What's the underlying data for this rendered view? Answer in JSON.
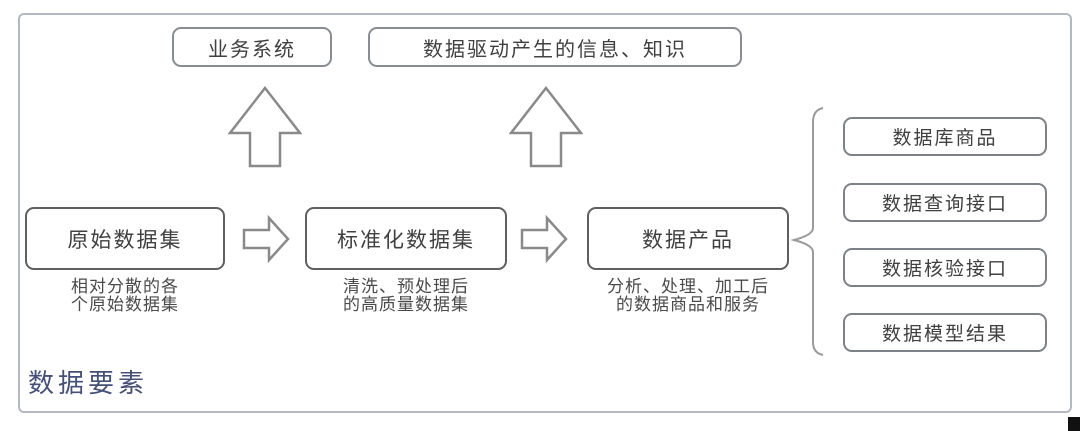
{
  "diagram": {
    "title": "数据要素",
    "top_boxes": [
      {
        "label": "业务系统"
      },
      {
        "label": "数据驱动产生的信息、知识"
      }
    ],
    "flow_boxes": [
      {
        "label": "原始数据集",
        "caption_line1": "相对分散的各",
        "caption_line2": "个原始数据集"
      },
      {
        "label": "标准化数据集",
        "caption_line1": "清洗、预处理后",
        "caption_line2": "的高质量数据集"
      },
      {
        "label": "数据产品",
        "caption_line1": "分析、处理、加工后",
        "caption_line2": "的数据商品和服务"
      }
    ],
    "output_boxes": [
      {
        "label": "数据库商品"
      },
      {
        "label": "数据查询接口"
      },
      {
        "label": "数据核验接口"
      },
      {
        "label": "数据模型结果"
      }
    ],
    "icons": [
      "block-arrow-up",
      "block-arrow-up",
      "block-arrow-right",
      "block-arrow-right",
      "left-curly-brace"
    ],
    "colors": {
      "outer_border": "#b3b9c4",
      "box_border_dark": "#5f5f5f",
      "box_border_light": "#888d94",
      "arrow_stroke": "#8a8a8a",
      "brace_stroke": "#9a9a9a",
      "text": "#404040",
      "footer_text": "#44507a",
      "background": "#ffffff"
    }
  }
}
